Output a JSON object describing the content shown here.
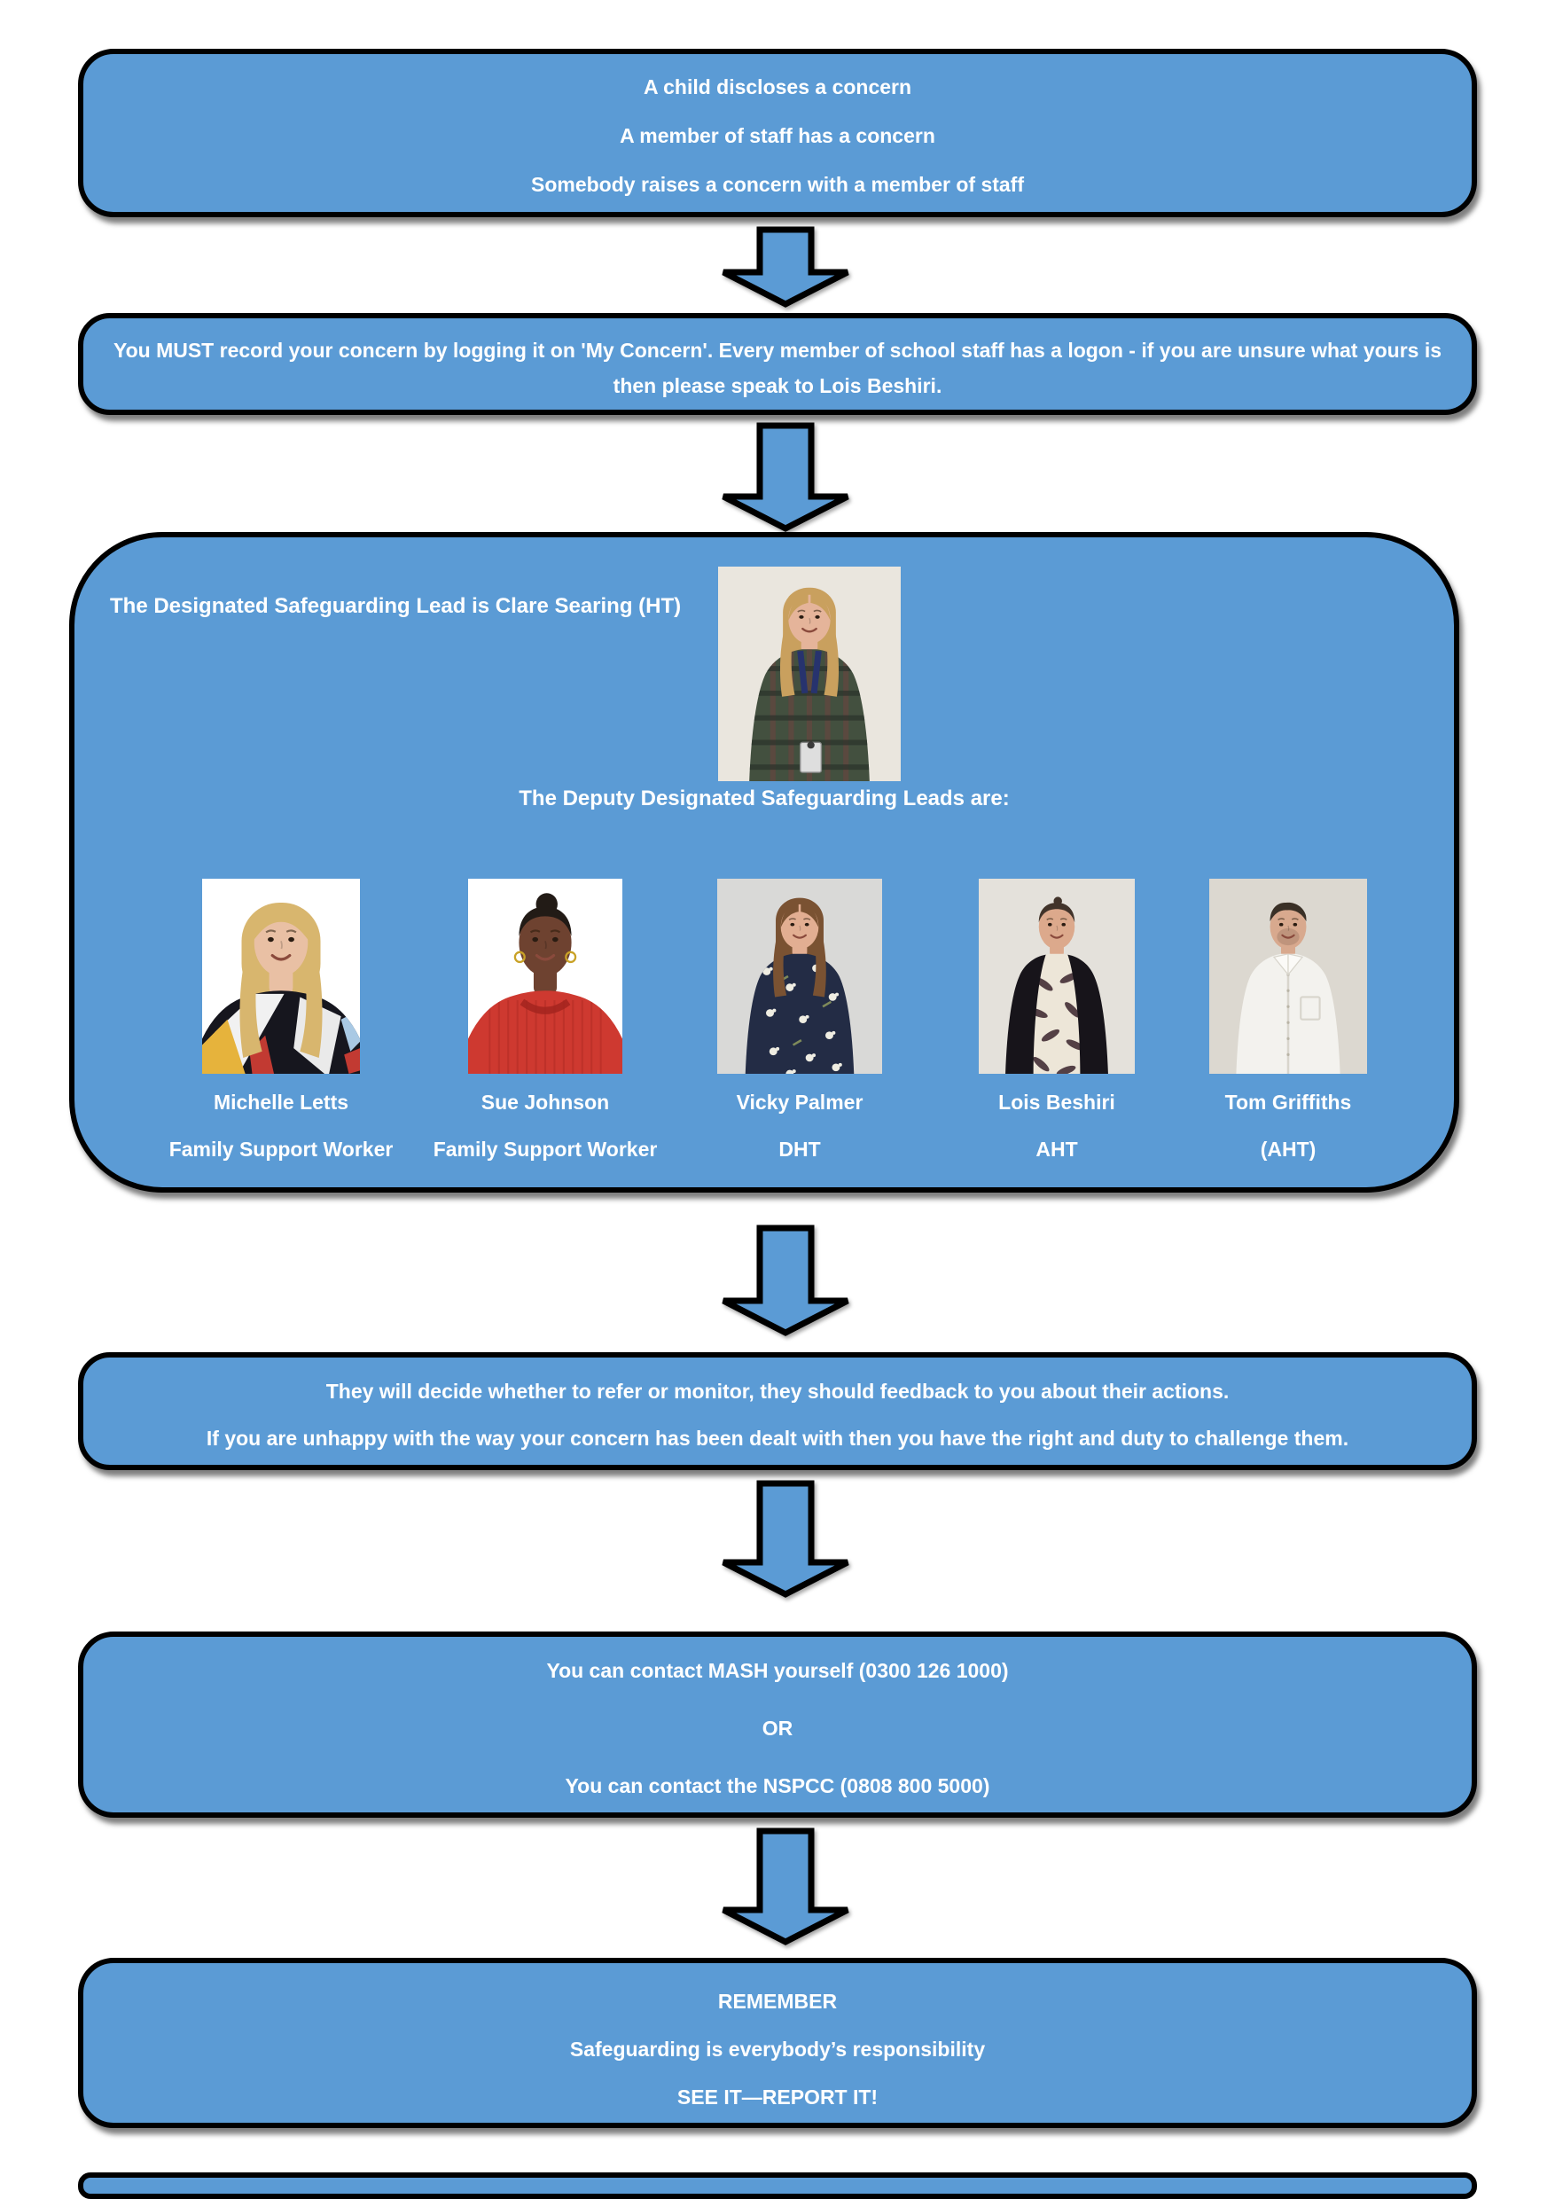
{
  "palette": {
    "box_fill": "#5B9BD5",
    "box_border": "#000000",
    "text_color": "#FFFFFF",
    "arrow_fill": "#5B9BD5",
    "page_bg": "#FFFFFF"
  },
  "flow": {
    "intro": {
      "lines": [
        "A child discloses a concern",
        "A member of staff has a concern",
        "Somebody raises a concern with a member of staff"
      ]
    },
    "record": {
      "text": "You MUST record your concern by logging it on 'My Concern'.  Every member of school staff has a logon - if you are unsure what yours is then please speak to Lois Beshiri."
    },
    "team": {
      "lead_heading": "The Designated Safeguarding Lead is Clare Searing (HT)",
      "lead": {
        "name": "Clare Searing",
        "portrait": {
          "zoom": "mid",
          "style": "long-part",
          "bg": "#EAE6DE",
          "skin": "#E5B49A",
          "hair": "#C9A05E",
          "top": "#43503F",
          "pattern": "plaid",
          "lanyard": true
        }
      },
      "deputy_heading": "The Deputy Designated Safeguarding Leads are:",
      "deputies": [
        {
          "name": "Michelle Letts",
          "role": "Family Support Worker",
          "portrait": {
            "zoom": "close",
            "style": "long-fringe",
            "bg": "#FFFFFF",
            "skin": "#E9C0A4",
            "hair": "#D8B66E",
            "top": "#16161E",
            "pattern": "stripes"
          }
        },
        {
          "name": "Sue Johnson",
          "role": "Family Support Worker",
          "portrait": {
            "zoom": "close",
            "style": "bun",
            "bg": "#FFFFFF",
            "skin": "#6E4230",
            "hair": "#221B16",
            "top": "#CE3930",
            "pattern": "ribbed",
            "earrings": true
          }
        },
        {
          "name": "Vicky Palmer",
          "role": "DHT",
          "portrait": {
            "zoom": "mid",
            "style": "long-part",
            "bg": "#D9D9D7",
            "skin": "#E2AE92",
            "hair": "#7A5232",
            "top": "#232C45",
            "pattern": "floral"
          }
        },
        {
          "name": "Lois Beshiri",
          "role": "AHT",
          "portrait": {
            "zoom": "mid",
            "style": "tied",
            "bg": "#E4E1DB",
            "skin": "#DCA98C",
            "hair": "#41332A",
            "top": "#EDE6D8",
            "pattern": "feather",
            "cardigan": "#17141A"
          }
        },
        {
          "name": "Tom Griffiths",
          "role": "(AHT)",
          "portrait": {
            "zoom": "mid",
            "style": "short",
            "bg": "#DCD8D0",
            "skin": "#D8A98E",
            "hair": "#3A3026",
            "top": "#F3F2EE",
            "pattern": "shirt",
            "stubble": true
          }
        }
      ]
    },
    "decide": {
      "lines": [
        "They will decide whether to refer or monitor, they should feedback to you about their actions.",
        "If you are unhappy with the way your concern has been dealt with then you have the right and duty to challenge them."
      ]
    },
    "contact": {
      "lines": [
        "You can contact MASH yourself (0300 126 1000)",
        "OR",
        "You can contact the NSPCC  (0808 800 5000)"
      ]
    },
    "remember": {
      "lines": [
        "REMEMBER",
        "Safeguarding is everybody’s responsibility",
        "SEE IT—REPORT IT!"
      ]
    }
  }
}
